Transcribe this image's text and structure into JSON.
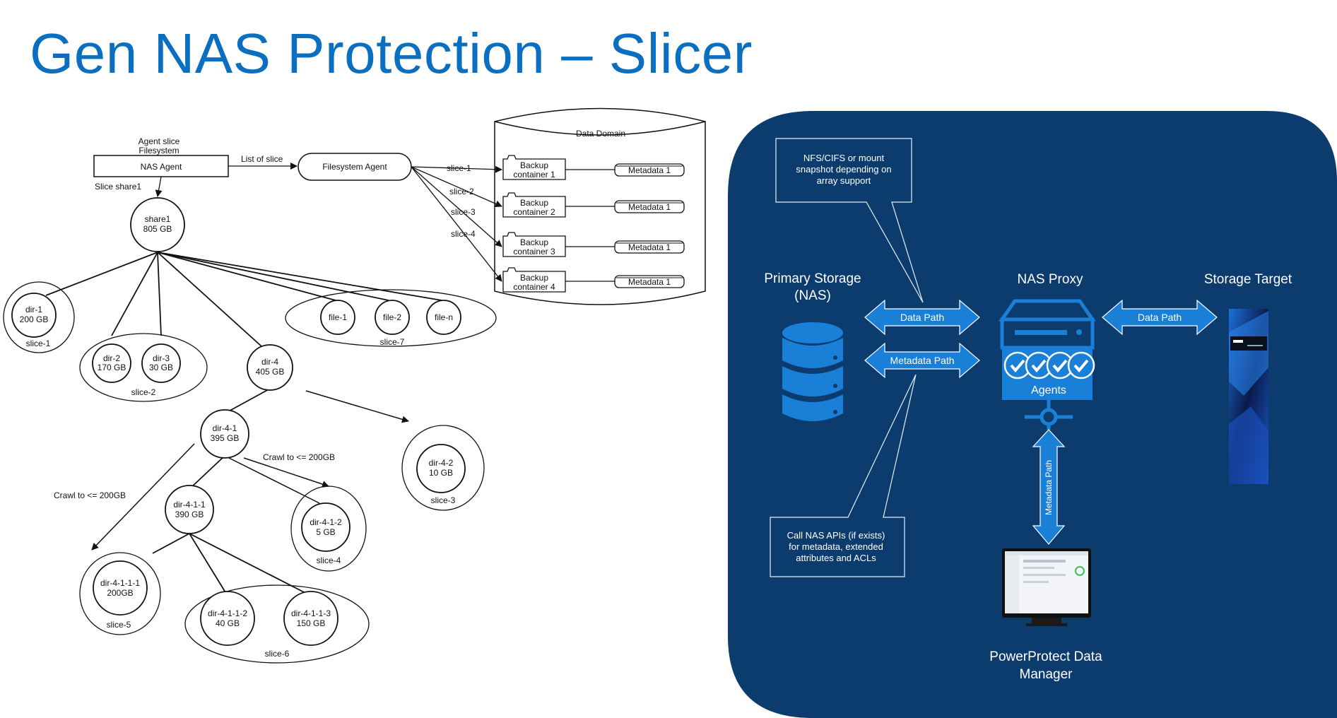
{
  "title": "Gen NAS Protection – Slicer",
  "left": {
    "agent_slice_label_1": "Agent slice",
    "agent_slice_label_2": "Filesystem",
    "nas_agent": "NAS Agent",
    "list_of_slice": "List of slice",
    "filesystem_agent": "Filesystem Agent",
    "slice_share1": "Slice share1",
    "data_domain": "Data Domain",
    "slice_edges": [
      "slice-1",
      "slice-2",
      "slice-3",
      "slice-4"
    ],
    "backup_containers": [
      {
        "l1": "Backup",
        "l2": "container 1",
        "meta": "Metadata 1"
      },
      {
        "l1": "Backup",
        "l2": "container 2",
        "meta": "Metadata 1"
      },
      {
        "l1": "Backup",
        "l2": "container 3",
        "meta": "Metadata 1"
      },
      {
        "l1": "Backup",
        "l2": "container 4",
        "meta": "Metadata 1"
      }
    ],
    "nodes": {
      "share1": {
        "l1": "share1",
        "l2": "805 GB"
      },
      "dir1": {
        "l1": "dir-1",
        "l2": "200 GB"
      },
      "dir2": {
        "l1": "dir-2",
        "l2": "170 GB"
      },
      "dir3": {
        "l1": "dir-3",
        "l2": "30 GB"
      },
      "dir4": {
        "l1": "dir-4",
        "l2": "405 GB"
      },
      "file1": {
        "l1": "file-1"
      },
      "file2": {
        "l1": "file-2"
      },
      "filen": {
        "l1": "file-n"
      },
      "dir41": {
        "l1": "dir-4-1",
        "l2": "395 GB"
      },
      "dir42": {
        "l1": "dir-4-2",
        "l2": "10 GB"
      },
      "dir411": {
        "l1": "dir-4-1-1",
        "l2": "390 GB"
      },
      "dir412": {
        "l1": "dir-4-1-2",
        "l2": "5 GB"
      },
      "dir4111": {
        "l1": "dir-4-1-1-1",
        "l2": "200GB"
      },
      "dir4112": {
        "l1": "dir-4-1-1-2",
        "l2": "40 GB"
      },
      "dir4113": {
        "l1": "dir-4-1-1-3",
        "l2": "150 GB"
      }
    },
    "slices": {
      "s1": "slice-1",
      "s2": "slice-2",
      "s3": "slice-3",
      "s4": "slice-4",
      "s5": "slice-5",
      "s6": "slice-6",
      "s7": "slice-7"
    },
    "crawl_1": "Crawl to <= 200GB",
    "crawl_2": "Crawl to <= 200GB"
  },
  "right": {
    "callout_top": [
      "NFS/CIFS or mount",
      "snapshot depending on",
      "array support"
    ],
    "callout_bottom": [
      "Call NAS APIs (if exists)",
      "for metadata, extended",
      "attributes and ACLs"
    ],
    "primary_storage": [
      "Primary Storage",
      "(NAS)"
    ],
    "nas_proxy": "NAS Proxy",
    "storage_target": "Storage Target",
    "data_path_1": "Data Path",
    "metadata_path": "Metadata Path",
    "data_path_2": "Data Path",
    "agents": "Agents",
    "metadata_path_vertical": "Metadata Path",
    "ppdm": [
      "PowerProtect Data",
      "Manager"
    ]
  },
  "colors": {
    "title": "#0a6fc0",
    "panel": "#0c3c6e",
    "arrow": "#1a7fd6",
    "callout": "#0c3c6e"
  }
}
